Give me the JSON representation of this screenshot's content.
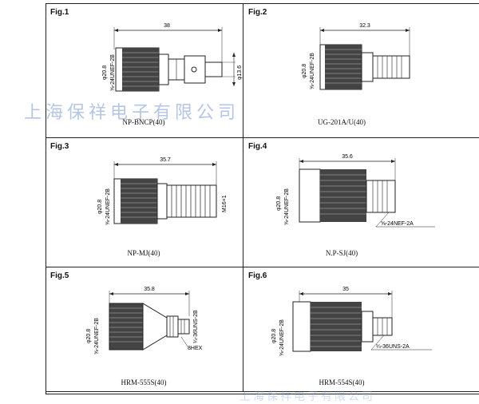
{
  "watermark": "上海保祥电子有限公司",
  "watermark_bottom": "上海保祥电子有限公司",
  "figures": [
    {
      "label": "Fig.1",
      "caption": "NP-BNCP(40)",
      "length": "38",
      "dia": "φ20.8",
      "thread": "⅝-24UNEF-2B",
      "side": "φ13.6"
    },
    {
      "label": "Fig.2",
      "caption": "UG-201A/U(40)",
      "length": "32.3",
      "dia": "φ20.8",
      "thread": "⅝-24UNEF-2B"
    },
    {
      "label": "Fig.3",
      "caption": "NP-MJ(40)",
      "length": "35.7",
      "dia": "φ20.8",
      "thread": "⅝-24UNEF-2B",
      "side": "M16×1"
    },
    {
      "label": "Fig.4",
      "caption": "N.P-SJ(40)",
      "length": "35.6",
      "dia": "φ20.8",
      "thread": "⅝-24UNEF-2B",
      "callout": "⅝-24NEF-2A"
    },
    {
      "label": "Fig.5",
      "caption": "HRM-555S(40)",
      "length": "35.8",
      "dia": "φ20.8",
      "thread": "⅝-24UNEF-2B",
      "side": "¼-36UNS-2B",
      "callout": "8HEX"
    },
    {
      "label": "Fig.6",
      "caption": "HRM-554S(40)",
      "length": "35",
      "dia": "φ20.8",
      "thread": "⅝-24UNEF-2B",
      "callout": "¼-36UNS-2A"
    }
  ],
  "colors": {
    "line": "#222222",
    "knurl": "#333333",
    "watermark": "#7896d2"
  }
}
